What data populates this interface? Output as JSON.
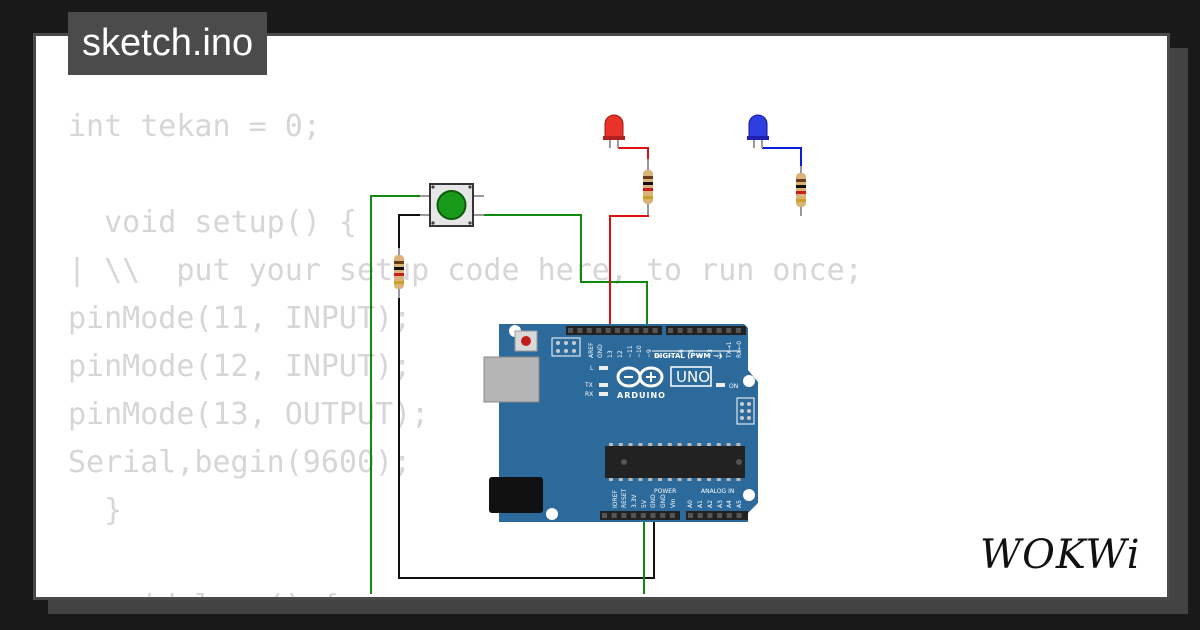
{
  "tab": {
    "title": "sketch.ino"
  },
  "code_lines": [
    "int tekan = 0;",
    "",
    "  void setup() {",
    "| \\\\  put your setup code here, to run once;",
    "pinMode(11, INPUT);",
    "pinMode(12, INPUT);",
    "pinMode(13, OUTPUT);",
    "Serial,begin(9600);",
    "  }",
    "",
    "  void loop() {"
  ],
  "board": {
    "logo_text": "ARDUINO",
    "model": "UNO",
    "digital_label": "DIGITAL (PWM ~)",
    "on_label": "ON",
    "tx_label": "TX",
    "rx_label": "RX",
    "l_label": "L",
    "power_label": "POWER",
    "analog_label": "ANALOG IN",
    "top_pins": [
      "AREF",
      "GND",
      "13",
      "12",
      "~11",
      "~10",
      "~9",
      "8",
      "7",
      "~6",
      "~5",
      "4",
      "~3",
      "2",
      "TX→1",
      "RX←0"
    ],
    "bottom_pins": [
      "IOREF",
      "RESET",
      "3.3V",
      "5V",
      "GND",
      "GND",
      "Vin",
      "A0",
      "A1",
      "A2",
      "A3",
      "A4",
      "A5"
    ]
  },
  "components": {
    "led_colors": {
      "red": "#e8332b",
      "blue": "#2f3ee0"
    },
    "button_color": "#1a9a1a"
  },
  "wire_colors": {
    "green": "#0f8a0f",
    "red": "#e01010",
    "blue": "#0b1fd6",
    "black": "#101010"
  },
  "brand": {
    "logo": "WOKWi"
  }
}
